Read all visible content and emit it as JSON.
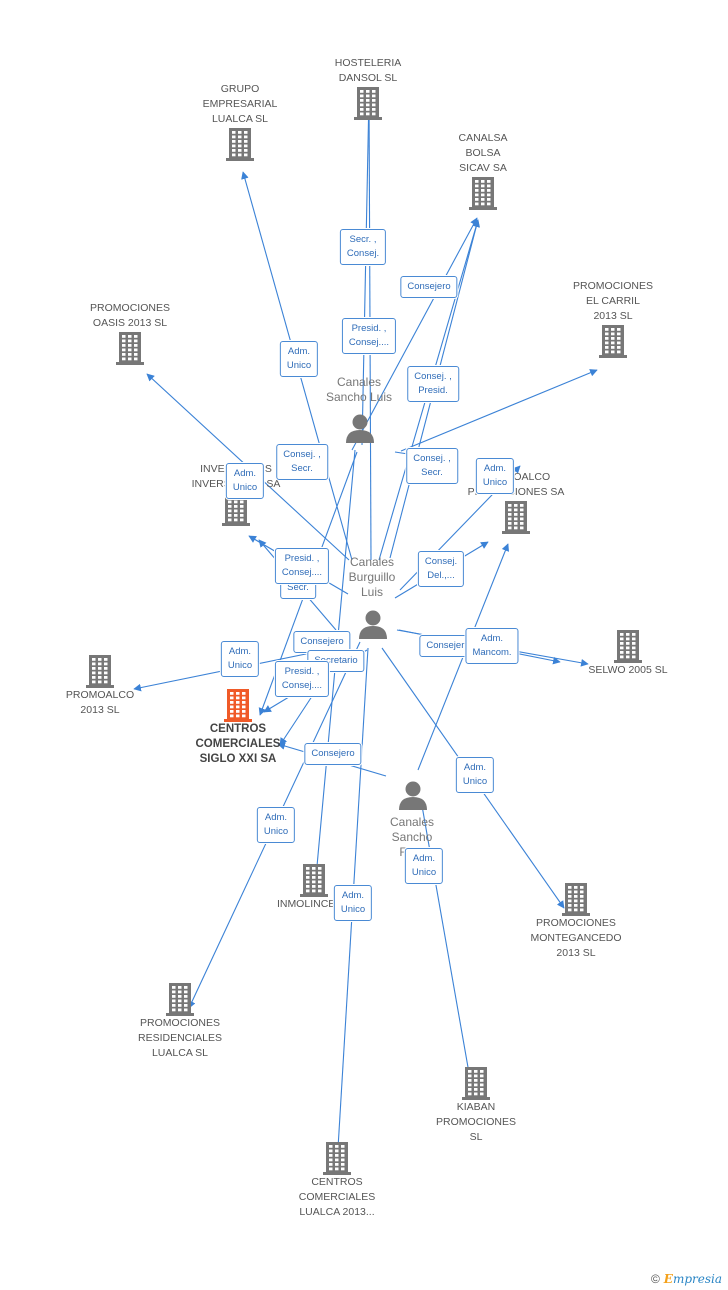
{
  "colors": {
    "edge": "#3b82d6",
    "building": "#777777",
    "focus_building": "#f05a28",
    "person": "#777777"
  },
  "companies": [
    {
      "id": "hosteleria",
      "label": "HOSTELERIA\nDANSOL SL",
      "icon": "building-icon"
    },
    {
      "id": "grupo",
      "label": "GRUPO\nEMPRESARIAL\nLUALCA  SL",
      "icon": "building-icon"
    },
    {
      "id": "canalsa",
      "label": "CANALSA\nBOLSA\nSICAV SA",
      "icon": "building-icon"
    },
    {
      "id": "carril",
      "label": "PROMOCIONES\nEL CARRIL\n2013  SL",
      "icon": "building-icon"
    },
    {
      "id": "oasis",
      "label": "PROMOCIONES\nOASIS 2013  SL",
      "icon": "building-icon"
    },
    {
      "id": "inversiones",
      "label": "INVERSIONES\nINVERSIONES SA",
      "icon": "building-icon"
    },
    {
      "id": "promoalco_sa",
      "label": "PROMOALCO\nPROMOCIONES SA",
      "icon": "building-icon"
    },
    {
      "id": "selwo",
      "label": "SELWO 2005 SL",
      "icon": "building-icon"
    },
    {
      "id": "promoalco13",
      "label": "PROMOALCO\n2013  SL",
      "icon": "building-icon"
    },
    {
      "id": "centros",
      "label": "CENTROS\nCOMERCIALES\nSIGLO XXI SA",
      "icon": "building-icon",
      "focus": true
    },
    {
      "id": "inmolince",
      "label": "INMOLINCE SL",
      "icon": "building-icon"
    },
    {
      "id": "montegancedo",
      "label": "PROMOCIONES\nMONTEGANCEDO\n2013  SL",
      "icon": "building-icon"
    },
    {
      "id": "residenciales",
      "label": "PROMOCIONES\nRESIDENCIALES\nLUALCA  SL",
      "icon": "building-icon"
    },
    {
      "id": "kiaban",
      "label": "KIABAN\nPROMOCIONES\nSL",
      "icon": "building-icon"
    },
    {
      "id": "centros_lualca",
      "label": "CENTROS\nCOMERCIALES\nLUALCA 2013...",
      "icon": "building-icon"
    }
  ],
  "people": [
    {
      "id": "sancho_luis",
      "label": "Canales\nSancho Luis",
      "icon": "person-icon"
    },
    {
      "id": "burguillo",
      "label": "Canales\nBurguillo\nLuis",
      "icon": "person-icon"
    },
    {
      "id": "sancho_ro",
      "label": "Canales\nSancho\nRo...",
      "icon": "person-icon"
    }
  ],
  "relations": [
    {
      "id": "r1",
      "text": "Secr. ,\nConsej."
    },
    {
      "id": "r2",
      "text": "Consejero"
    },
    {
      "id": "r3",
      "text": "Presid. ,\nConsej...."
    },
    {
      "id": "r4",
      "text": "Adm.\nUnico"
    },
    {
      "id": "r5",
      "text": "Consej. ,\nPresid."
    },
    {
      "id": "r6",
      "text": "Consej. ,\nSecr."
    },
    {
      "id": "r7",
      "text": "Consej. ,\nSecr."
    },
    {
      "id": "r8",
      "text": "Adm.\nUnico"
    },
    {
      "id": "r9",
      "text": "Adm.\nUnico"
    },
    {
      "id": "r10",
      "text": "Secr."
    },
    {
      "id": "r11",
      "text": "Presid. ,\nConsej...."
    },
    {
      "id": "r12",
      "text": "Consej.\nDel.,..."
    },
    {
      "id": "r13",
      "text": "Adm.\nUnico"
    },
    {
      "id": "r14",
      "text": "Consejero"
    },
    {
      "id": "r15",
      "text": "Secretario"
    },
    {
      "id": "r16",
      "text": "Consejero"
    },
    {
      "id": "r17",
      "text": "Adm.\nMancom."
    },
    {
      "id": "r18",
      "text": "Presid. ,\nConsej...."
    },
    {
      "id": "r19",
      "text": "Consejero"
    },
    {
      "id": "r20",
      "text": "Adm.\nUnico"
    },
    {
      "id": "r21",
      "text": "Adm.\nUnico"
    },
    {
      "id": "r22",
      "text": "Adm.\nUnico"
    },
    {
      "id": "r23",
      "text": "Adm.\nUnico"
    }
  ],
  "footer": {
    "copyright": "©",
    "brand_first": "E",
    "brand_rest": "mpresia"
  }
}
